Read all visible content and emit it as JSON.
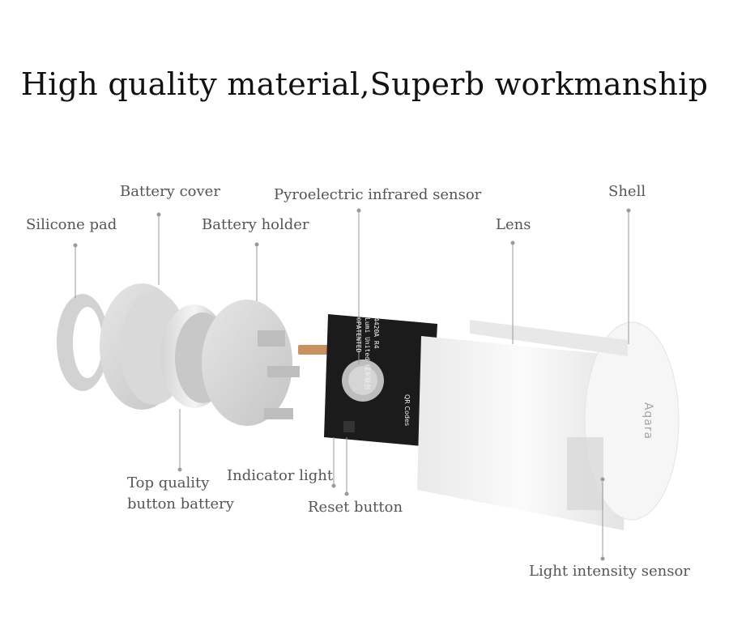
{
  "title": "High quality material,Superb workmanship",
  "labels": {
    "silicone_pad": "Silicone pad",
    "battery_cover": "Battery cover",
    "battery_holder": "Battery holder",
    "pir_sensor": "Pyroelectric infrared sensor",
    "lens": "Lens",
    "shell": "Shell",
    "battery_line1": "Top quality",
    "battery_line2": "button battery",
    "indicator_light": "Indicator light",
    "reset_button": "Reset button",
    "light_sensor": "Light intensity sensor"
  },
  "pcb_text": {
    "line1": "4420A R4",
    "line2": "Lumi United 绿米联创",
    "line3": "©PATENTED",
    "qr": "QR Codes"
  },
  "brand_text": "Aqara",
  "colors": {
    "leader_line": "#9a9a9a",
    "pcb": "#1b1b1b",
    "shell": "#f4f4f4"
  }
}
